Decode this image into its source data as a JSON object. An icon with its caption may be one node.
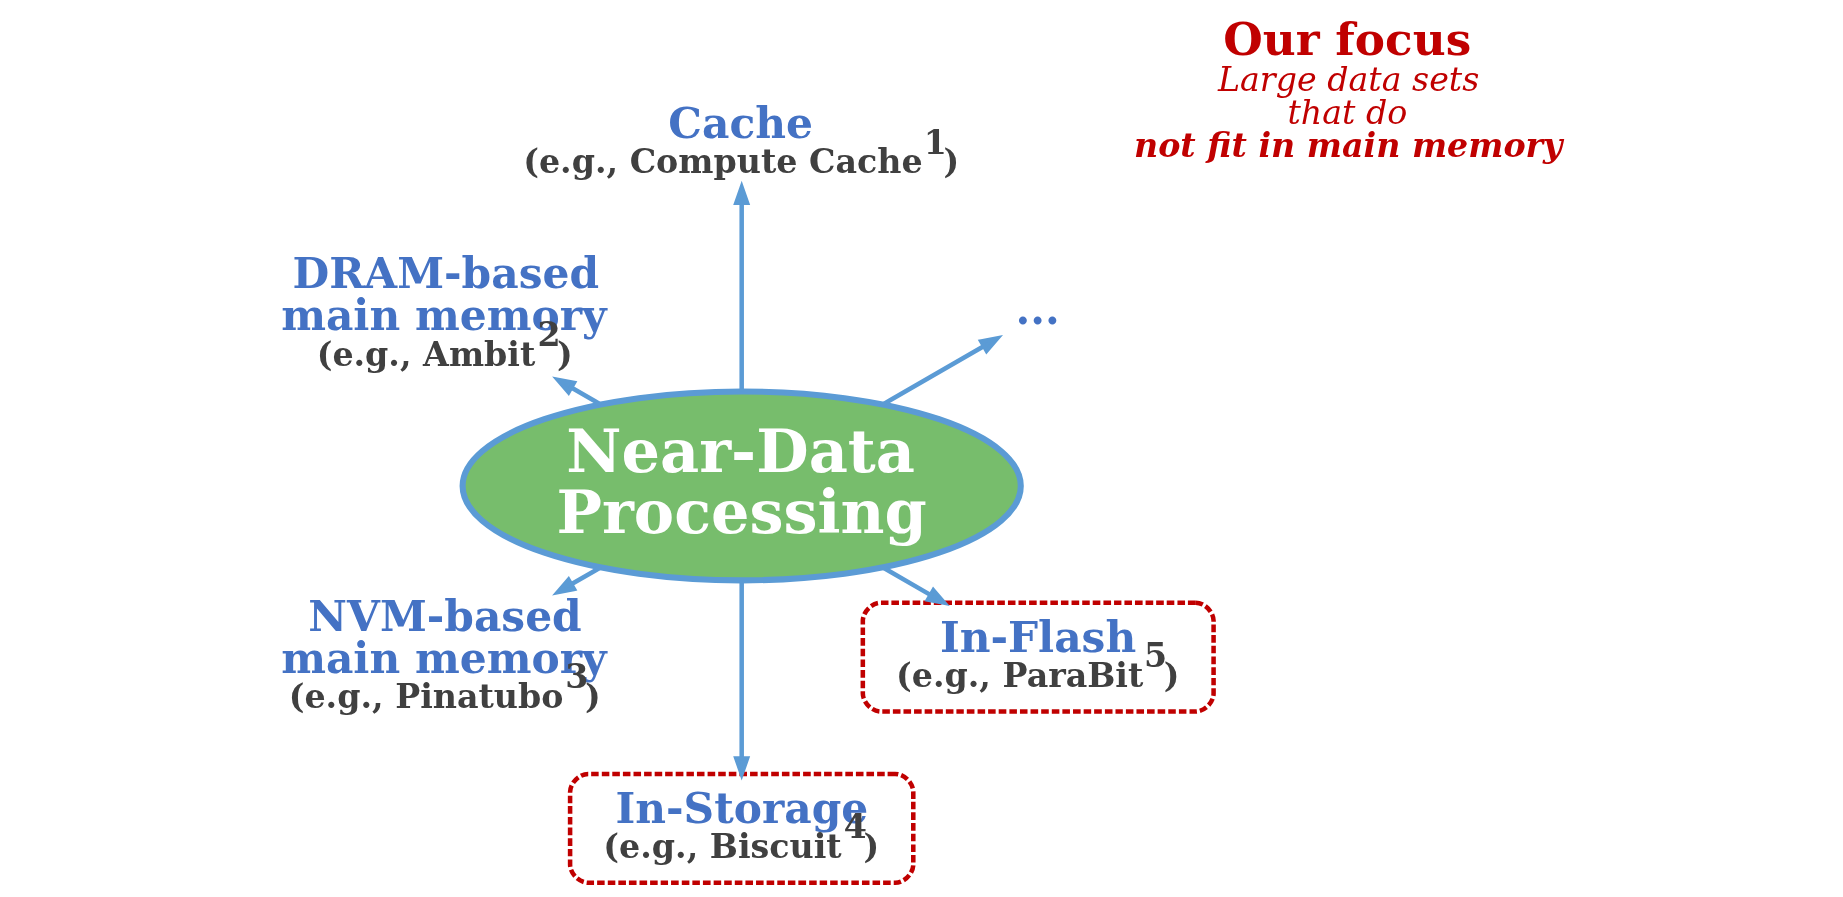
{
  "diagram": {
    "nodes": [
      {
        "text": [
          "Near-Data Processing"
        ]
      },
      {
        "text": [
          "..."
        ]
      },
      {
        "text": [
          "Cache",
          "(e.g., Compute Cache$^{1}$)"
        ]
      },
      {
        "text": [
          "DRAM-based main memory",
          "(e.g., Ambit$^{2}$)"
        ]
      },
      {
        "text": [
          "NVM-based main memory",
          "(e.g., Pinatubo$^{3}$)"
        ]
      },
      {
        "text": [
          "In-Storage",
          "(e.g., Biscuit$^{4}$)"
        ]
      },
      {
        "text": [
          "In-Flash",
          "(e.g., ParaBit$^{5}$)"
        ]
      }
    ],
    "edges": [
      {
        "from": 0,
        "to": 1,
        "arrow": "to"
      },
      {
        "from": 0,
        "to": 2,
        "arrow": "to"
      },
      {
        "from": 0,
        "to": 3,
        "arrow": "to"
      },
      {
        "from": 0,
        "to": 4,
        "arrow": "to"
      },
      {
        "from": 0,
        "to": 5,
        "arrow": "to"
      },
      {
        "from": 0,
        "to": 6,
        "arrow": "to"
      }
    ],
    "labels": [
      "Our focus",
      "Large data sets that do **not fit in main memory**"
    ]
  }
}
